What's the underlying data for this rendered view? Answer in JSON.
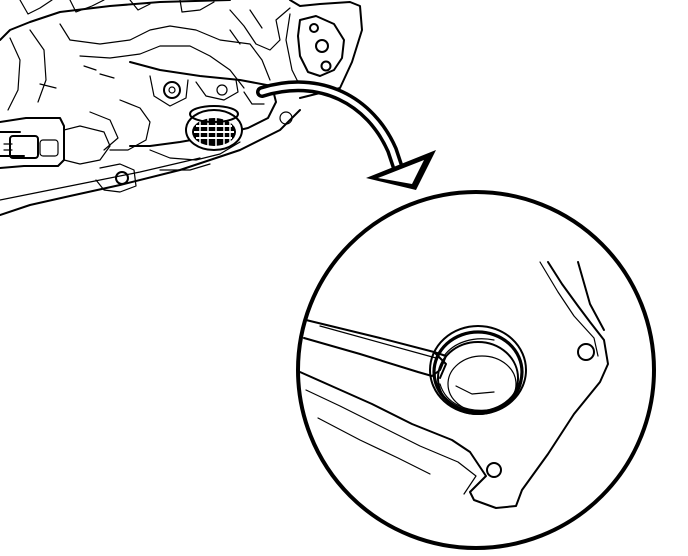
{
  "figure": {
    "colors": {
      "ink": "#000000",
      "paper": "#ffffff"
    },
    "parts": [
      "transmission-housing",
      "oil-filter-seal",
      "callout-arrow",
      "detail-magnifier",
      "seal-bore",
      "removal-tool"
    ]
  }
}
